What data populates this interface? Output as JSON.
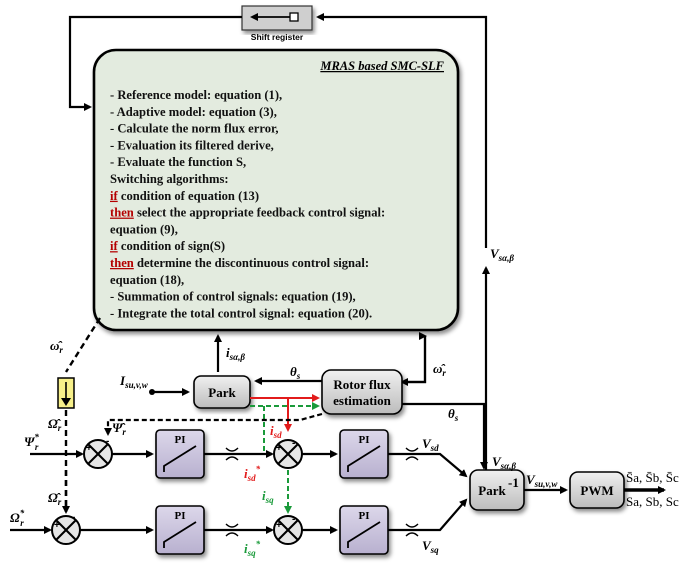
{
  "shift_register": {
    "label": "Shift register"
  },
  "mras_box": {
    "title": "MRAS based SMC-SLF",
    "lines": [
      {
        "pre": "",
        "kw": "",
        "text": "- Reference model: equation (1),"
      },
      {
        "pre": "",
        "kw": "",
        "text": "- Adaptive model: equation (3),"
      },
      {
        "pre": "",
        "kw": "",
        "text": "- Calculate the norm flux error,"
      },
      {
        "pre": "",
        "kw": "",
        "text": "- Evaluation its filtered derive,"
      },
      {
        "pre": "",
        "kw": "",
        "text": "- Evaluate the function S,"
      },
      {
        "pre": "",
        "kw": "",
        "text": "Switching algorithms:"
      },
      {
        "pre": "",
        "kw": "if",
        "text": " condition of equation (13)"
      },
      {
        "pre": "",
        "kw": "then",
        "text": " select the appropriate feedback control signal:"
      },
      {
        "pre": "",
        "kw": "",
        "text": "equation (9),"
      },
      {
        "pre": "",
        "kw": "if",
        "text": " condition of sign(S)"
      },
      {
        "pre": "",
        "kw": "then",
        "text": " determine the discontinuous control signal:"
      },
      {
        "pre": "",
        "kw": "",
        "text": "equation (18),"
      },
      {
        "pre": "",
        "kw": "",
        "text": "- Summation of control signals: equation (19),"
      },
      {
        "pre": "",
        "kw": "",
        "text": "- Integrate the total control signal: equation (20)."
      }
    ]
  },
  "blocks": {
    "park": "Park",
    "rotor_flux_line1": "Rotor flux",
    "rotor_flux_line2": "estimation",
    "park_inv": "Park",
    "park_inv_sup": "-1",
    "pwm": "PWM",
    "pi": "PI"
  },
  "signals": {
    "i_s_ab": "i",
    "i_s_ab_sub": "sα,β",
    "theta_s": "θ",
    "theta_s_sub": "s",
    "omega_r_hat": "ω̂",
    "omega_r_sub": "r",
    "omega_big_hat": "Ω̂",
    "i_suvw": "I",
    "i_suvw_sub": "su,v,w",
    "psi_star": "Ψ",
    "psi_star_sub": "r",
    "psi_hat": "Ψ̂",
    "omega_star": "Ω",
    "omega_star_sub": "r",
    "i_sd": "i",
    "i_sd_sub": "sd",
    "i_sq": "i",
    "i_sq_sub": "sq",
    "v_sd": "V",
    "v_sd_sub": "sd",
    "v_sq": "V",
    "v_sq_sub": "sq",
    "v_s_ab": "V",
    "v_s_ab_sub": "sα,β",
    "v_suvw": "V",
    "v_suvw_sub": "su,v,w",
    "star": "*",
    "outputs_top": "S̄a, S̄b, S̄c",
    "outputs_bottom": "Sa, Sb, Sc"
  },
  "colors": {
    "mras_fill": "#e3ebdf",
    "block_fill": "#d3d3d3",
    "pi_fill": "#c9c3db",
    "filter_fill": "#f7f08a",
    "red": "#e21b1b",
    "green": "#1a9a3a"
  }
}
